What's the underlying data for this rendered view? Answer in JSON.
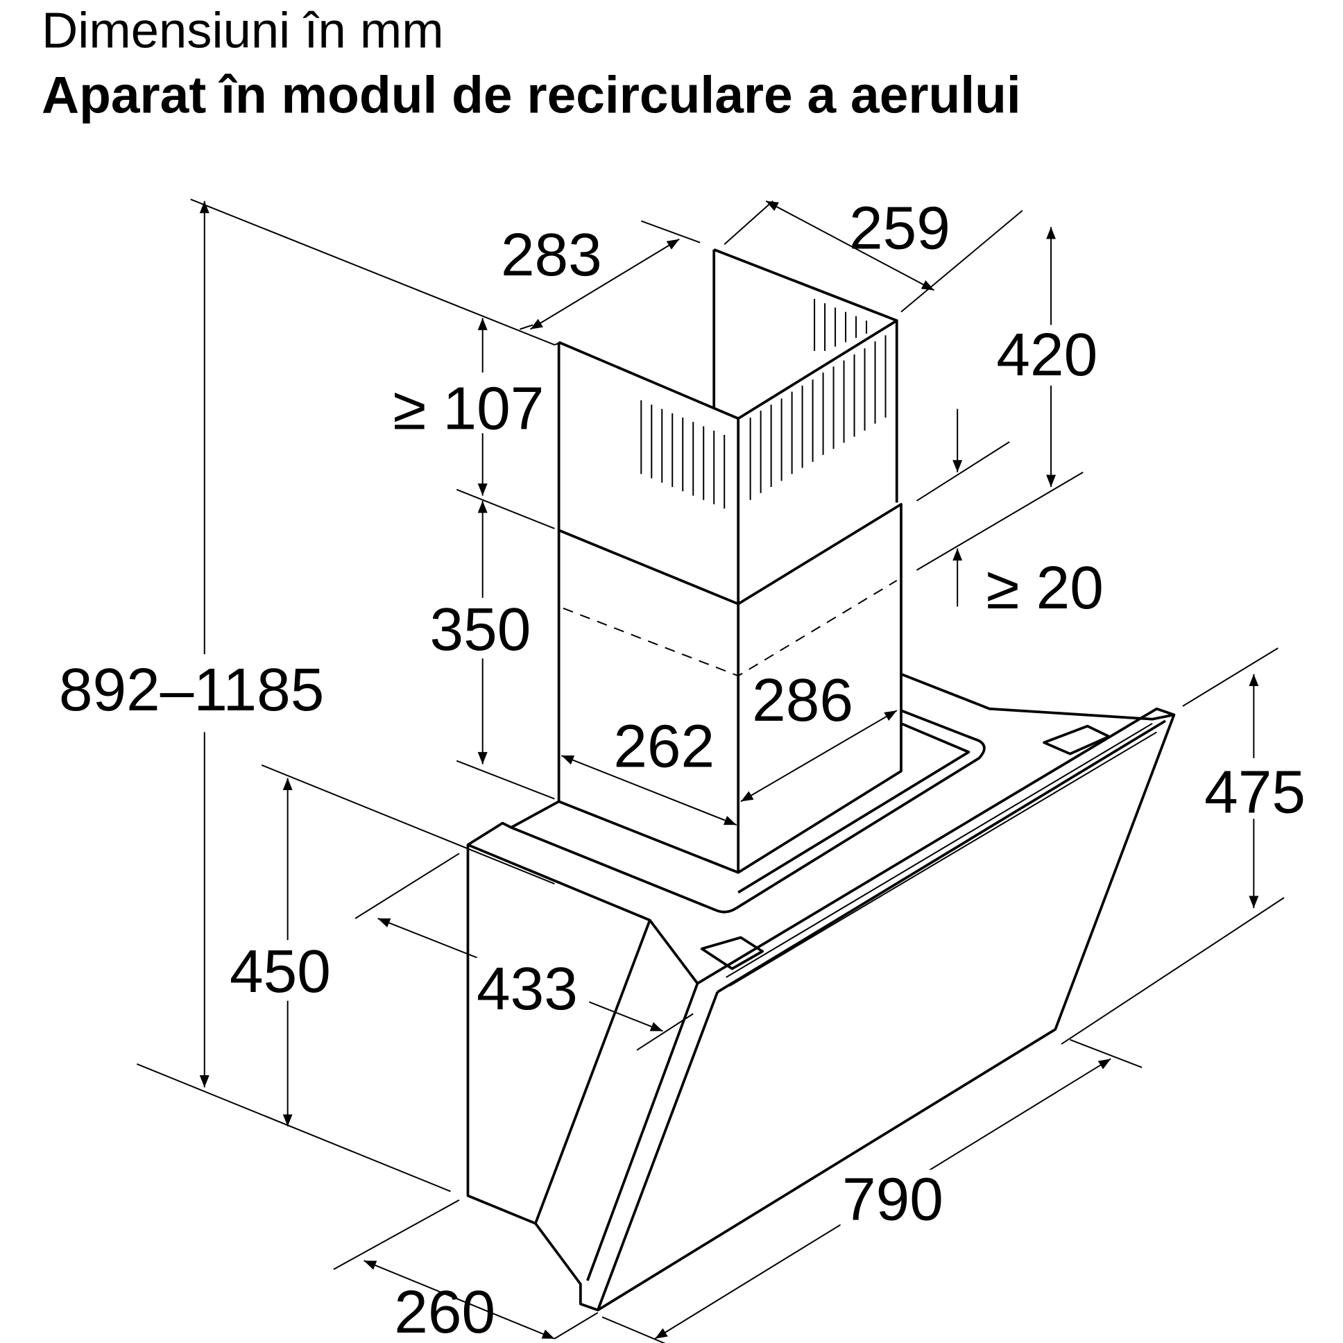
{
  "title": "Dimensiuni în mm",
  "subtitle": "Aparat în modul de recirculare a aerului",
  "dimensions": {
    "total_height": "892–1185",
    "chimney_depth_top": "283",
    "chimney_width_top": "259",
    "min_top_gap": "≥ 107",
    "upper_chimney_height": "420",
    "lower_chimney_height": "350",
    "min_overlap": "≥ 20",
    "chimney_width_bottom": "262",
    "chimney_depth_bottom": "286",
    "hood_height_right": "475",
    "hood_height_left": "450",
    "hood_depth": "433",
    "hood_width": "790",
    "hood_bottom_depth": "260"
  }
}
